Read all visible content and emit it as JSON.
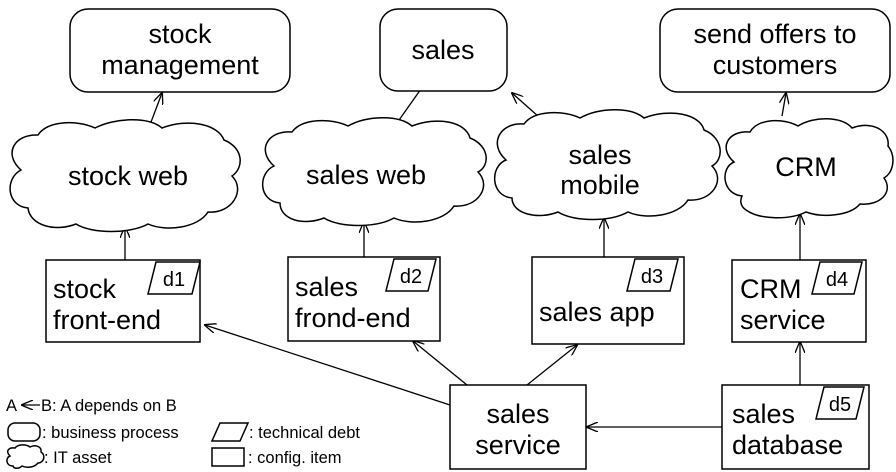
{
  "processes": {
    "stock_management": [
      "stock",
      "management"
    ],
    "sales": [
      "sales"
    ],
    "send_offers": [
      "send offers to",
      "customers"
    ]
  },
  "assets": {
    "stock_web": [
      "stock web"
    ],
    "sales_web": [
      "sales web"
    ],
    "sales_mobile": [
      "sales",
      "mobile"
    ],
    "crm": [
      "CRM"
    ]
  },
  "items": {
    "stock_frontend": [
      "stock",
      "front-end"
    ],
    "sales_frondend": [
      "sales",
      "frond-end"
    ],
    "sales_app": [
      "sales app"
    ],
    "crm_service": [
      "CRM",
      "service"
    ],
    "sales_service": [
      "sales",
      "service"
    ],
    "sales_database": [
      "sales",
      "database"
    ]
  },
  "debts": {
    "d1": "d1",
    "d2": "d2",
    "d3": "d3",
    "d4": "d4",
    "d5": "d5"
  },
  "legend": {
    "dependency_a": "A",
    "dependency_b": "B: A depends on B",
    "business_process": ": business process",
    "technical_debt": ": technical debt",
    "it_asset": ": IT asset",
    "config_item": ": config. item"
  }
}
